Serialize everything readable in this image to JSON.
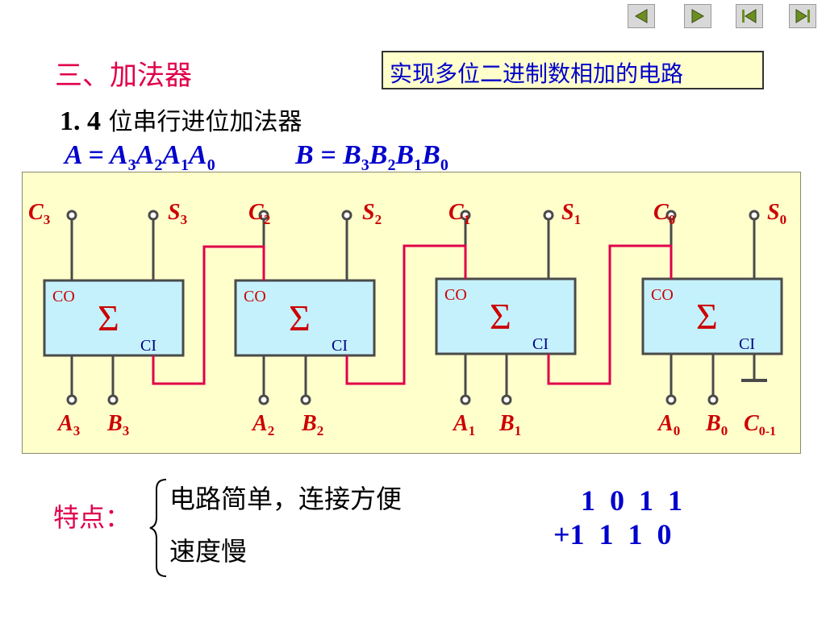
{
  "nav": {
    "prev_label": "Previous slide",
    "next_label": "Next slide",
    "first_label": "First slide",
    "last_label": "Last slide"
  },
  "title": "三、加法器",
  "subtitle": "实现多位二进制数相加的电路",
  "heading": {
    "number": "1.  4",
    "text": " 位串行进位加法器"
  },
  "equations": {
    "a": {
      "lhs": "A",
      "eq": " = ",
      "terms": [
        {
          "base": "A",
          "sub": "3"
        },
        {
          "base": "A",
          "sub": "2"
        },
        {
          "base": "A",
          "sub": "1"
        },
        {
          "base": "A",
          "sub": "0"
        }
      ]
    },
    "b": {
      "lhs": "B",
      "eq": " = ",
      "terms": [
        {
          "base": "B",
          "sub": "3"
        },
        {
          "base": "B",
          "sub": "2"
        },
        {
          "base": "B",
          "sub": "1"
        },
        {
          "base": "B",
          "sub": "0"
        }
      ]
    }
  },
  "circuit": {
    "colors": {
      "panel_bg": "#ffffcc",
      "box_fill": "#c5f1fc",
      "wire": "#4a4a4a",
      "carry_wire": "#e0004a",
      "label_red": "#cc0000",
      "label_blue": "#0000cc"
    },
    "stages": [
      {
        "sum_symbol": "Σ",
        "co_label": "CO",
        "ci_label": "CI",
        "c_out": {
          "base": "C",
          "sub": "3"
        },
        "s_out": {
          "base": "S",
          "sub": "3"
        },
        "a_in": {
          "base": "A",
          "sub": "3"
        },
        "b_in": {
          "base": "B",
          "sub": "3"
        }
      },
      {
        "sum_symbol": "Σ",
        "co_label": "CO",
        "ci_label": "CI",
        "c_out": {
          "base": "C",
          "sub": "2"
        },
        "s_out": {
          "base": "S",
          "sub": "2"
        },
        "a_in": {
          "base": "A",
          "sub": "2"
        },
        "b_in": {
          "base": "B",
          "sub": "2"
        }
      },
      {
        "sum_symbol": "Σ",
        "co_label": "CO",
        "ci_label": "CI",
        "c_out": {
          "base": "C",
          "sub": "1"
        },
        "s_out": {
          "base": "S",
          "sub": "1"
        },
        "a_in": {
          "base": "A",
          "sub": "1"
        },
        "b_in": {
          "base": "B",
          "sub": "1"
        }
      },
      {
        "sum_symbol": "Σ",
        "co_label": "CO",
        "ci_label": "CI",
        "c_out": {
          "base": "C",
          "sub": "0"
        },
        "s_out": {
          "base": "S",
          "sub": "0"
        },
        "a_in": {
          "base": "A",
          "sub": "0"
        },
        "b_in": {
          "base": "B",
          "sub": "0"
        }
      }
    ],
    "carry_in": {
      "base": "C",
      "sub": "0-1"
    }
  },
  "features": {
    "label": "特点：",
    "items": [
      "电路简单，连接方便",
      "速度慢"
    ]
  },
  "sum_example": {
    "row1": " 1  0  1  1",
    "row2": "+1  1  1  0"
  }
}
